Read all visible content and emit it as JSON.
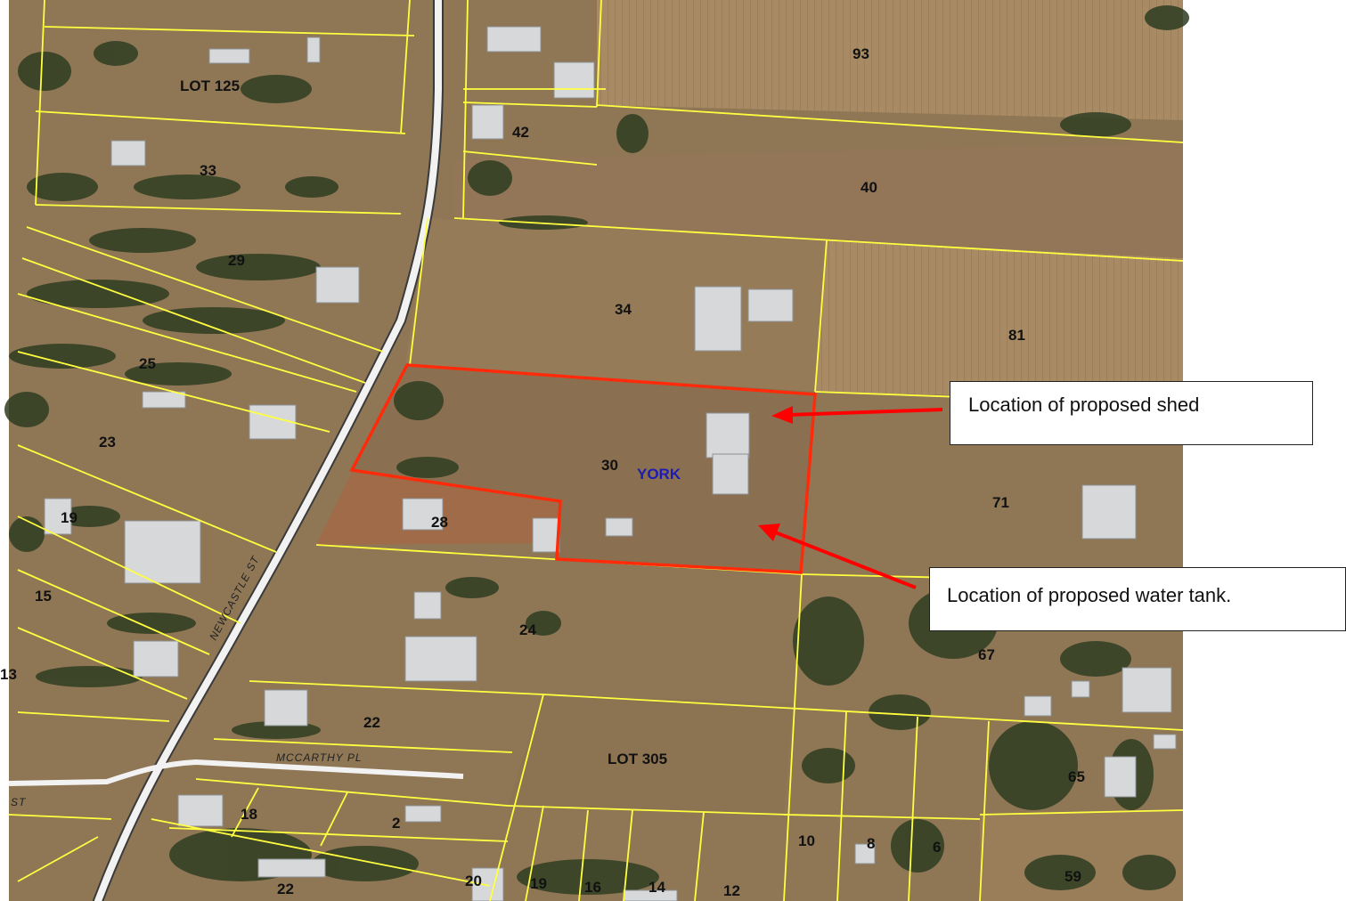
{
  "lot_labels": {
    "lot_93": "93",
    "lot_125": "LOT 125",
    "lot_42": "42",
    "lot_40": "40",
    "lot_33": "33",
    "lot_29": "29",
    "lot_34": "34",
    "lot_81": "81",
    "lot_25": "25",
    "lot_23": "23",
    "lot_30": "30",
    "lot_71": "71",
    "lot_19": "19",
    "lot_28": "28",
    "lot_15": "15",
    "lot_24": "24",
    "lot_67": "67",
    "lot_13": "13",
    "lot_22_upper": "22",
    "lot_305": "LOT 305",
    "lot_65": "65",
    "lot_18": "18",
    "lot_2": "2",
    "lot_10": "10",
    "lot_8": "8",
    "lot_6": "6",
    "lot_59": "59",
    "lot_22_lower": "22",
    "lot_20": "20",
    "lot_19_lower": "19",
    "lot_16": "16",
    "lot_14": "14",
    "lot_12": "12"
  },
  "streets": {
    "newcastle": "NEWCASTLE ST",
    "mccarthy": "MCCARTHY PL",
    "st_fragment": "ST"
  },
  "town_label": "YORK",
  "callouts": {
    "shed": "Location of proposed shed",
    "tank": "Location of proposed water tank."
  },
  "colors": {
    "boundary": "#ffff40",
    "subject_lot_outline": "#ff2a0a",
    "arrow": "#ff0000",
    "town_label": "#1c1cb4",
    "road": "#e8e8e8"
  }
}
